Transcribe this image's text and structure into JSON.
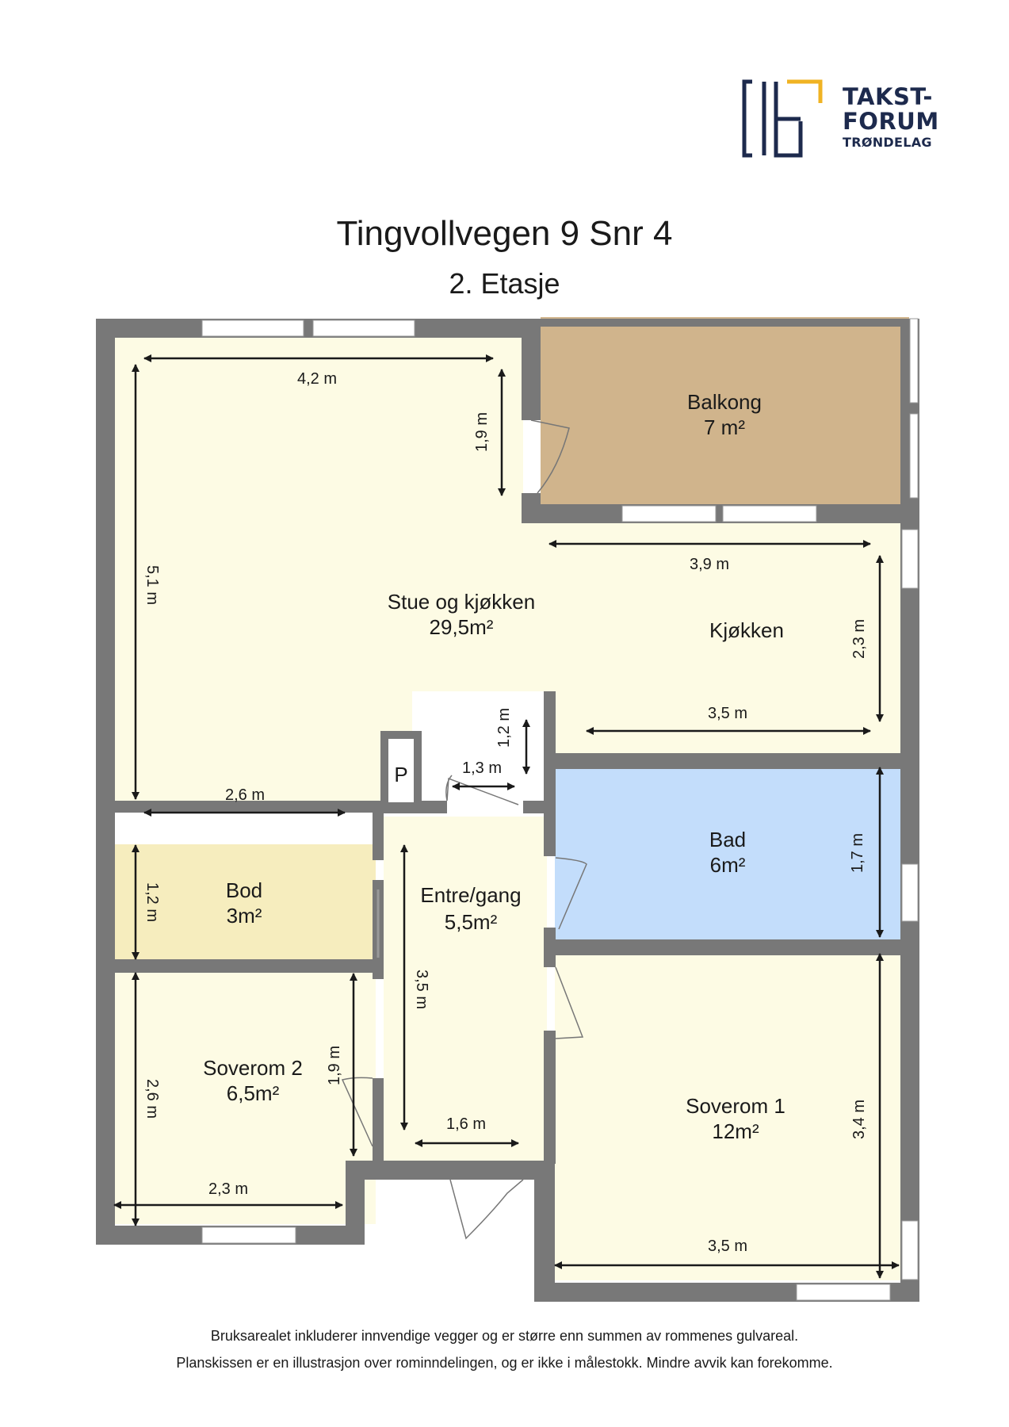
{
  "header": {
    "logo": {
      "line1": "TAKST-",
      "line2": "FORUM",
      "line3": "TRØNDELAG",
      "navy": "#1d2a4d",
      "gold": "#f0b323"
    },
    "title": "Tingvollvegen 9 Snr 4",
    "subtitle": "2. Etasje"
  },
  "rooms": {
    "balkong": {
      "name": "Balkong",
      "area": "7 m²",
      "color": "#d0b48c"
    },
    "stue": {
      "name": "Stue og kjøkken",
      "area": "29,5m²",
      "color": "#fdfbe4"
    },
    "kjokken": {
      "name": "Kjøkken"
    },
    "bad": {
      "name": "Bad",
      "area": "6m²",
      "color": "#c3ddfb"
    },
    "bod": {
      "name": "Bod",
      "area": "3m²",
      "color": "#f6edbe"
    },
    "entre": {
      "name": "Entre/gang",
      "area": "5,5m²",
      "color": "#fdfbe4"
    },
    "soverom2": {
      "name": "Soverom 2",
      "area": "6,5m²",
      "color": "#fdfbe4"
    },
    "soverom1": {
      "name": "Soverom 1",
      "area": "12m²",
      "color": "#fdfbe4"
    },
    "pipe": {
      "label": "P"
    }
  },
  "dimensions": {
    "stue_width": "4,2 m",
    "stue_upper_depth": "1,9 m",
    "stue_height": "5,1 m",
    "stue_bottom_width": "2,6 m",
    "kjokken_width_top": "3,9 m",
    "kjokken_depth": "2,3 m",
    "kjokken_width_bottom": "3,5 m",
    "passage_depth": "1,2 m",
    "passage_width": "1,3 m",
    "bad_depth": "1,7 m",
    "bod_depth": "1,2 m",
    "entre_length": "3,5 m",
    "entre_width": "1,6 m",
    "soverom2_depth": "2,6 m",
    "soverom2_inner_depth": "1,9 m",
    "soverom2_width": "2,3 m",
    "soverom1_depth": "3,4 m",
    "soverom1_width": "3,5 m"
  },
  "colors": {
    "wall": "#787878",
    "window": "#ffffff",
    "arrow": "#1a1a1a"
  },
  "footer": {
    "line1": "Bruksarealet inkluderer innvendige vegger og er større enn summen av rommenes gulvareal.",
    "line2": "Planskissen er en illustrasjon over rominndelingen, og er ikke i målestokk. Mindre avvik kan forekomme."
  }
}
